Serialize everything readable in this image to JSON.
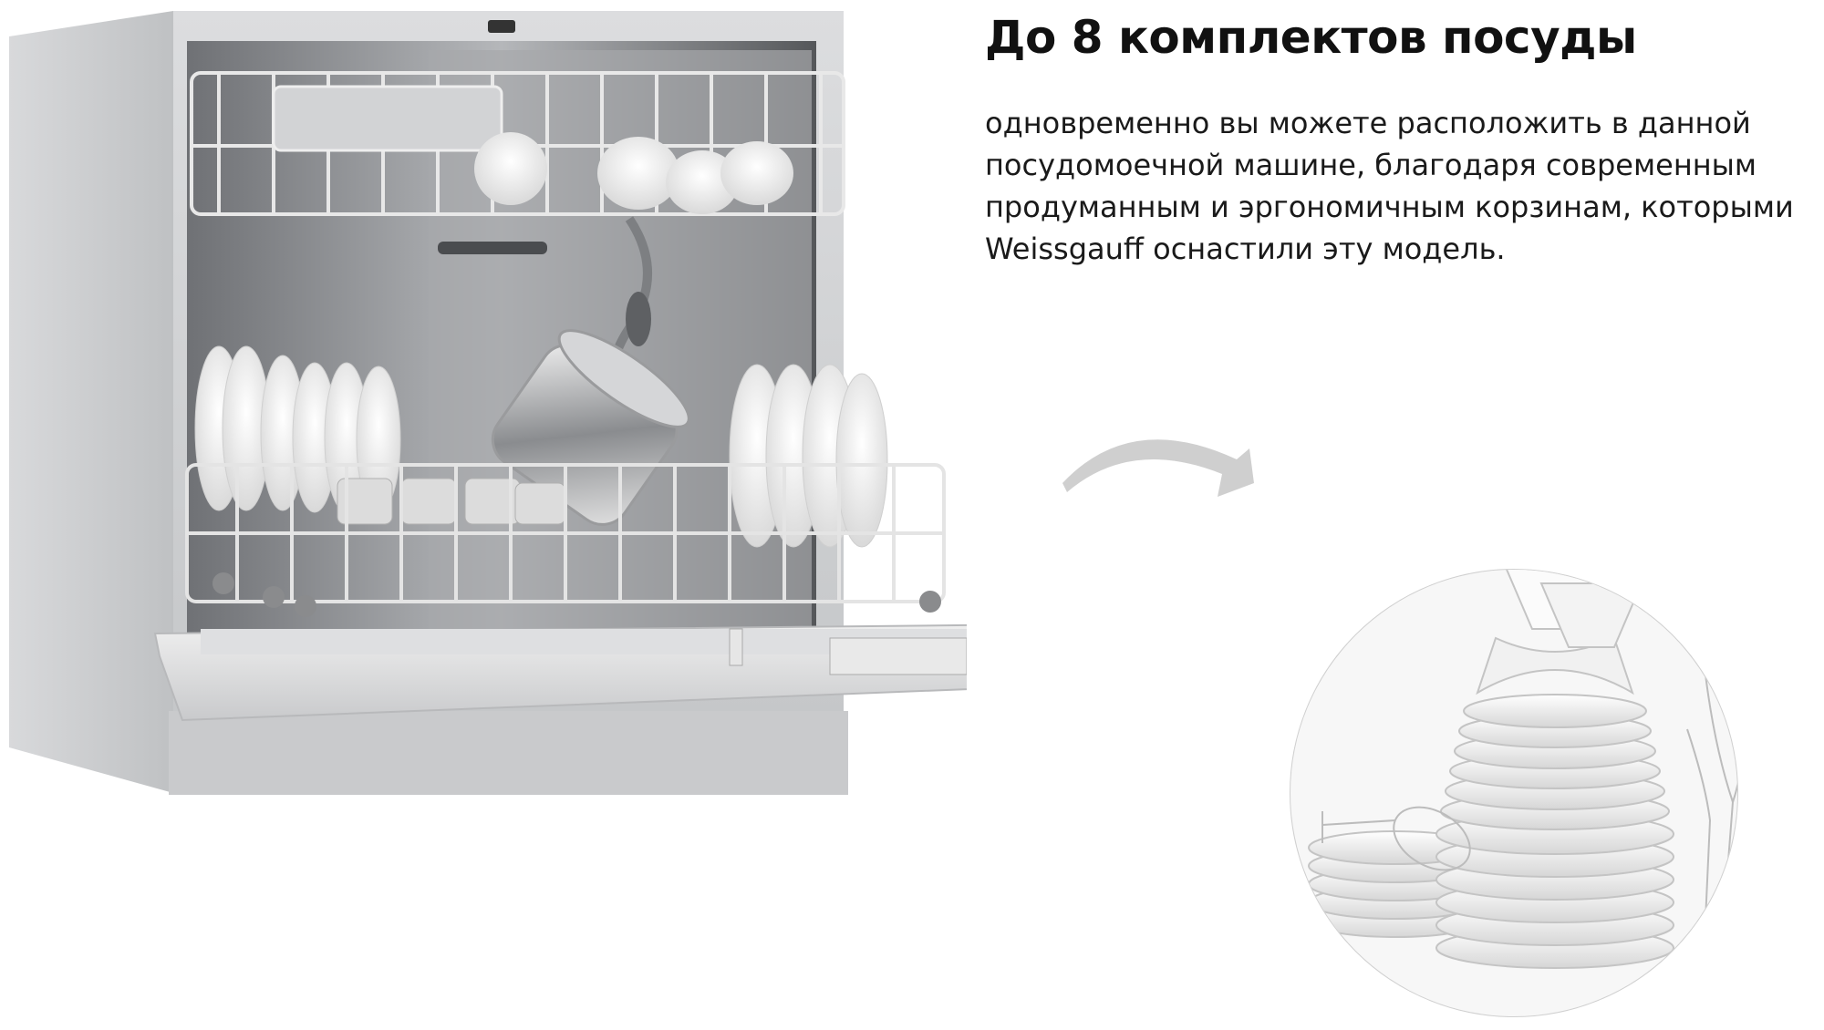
{
  "heading": {
    "title": "До 8 комплектов посуды"
  },
  "description": {
    "lines": [
      "одновременно вы можете расположить в данной",
      "посудомоечной машине, благодаря современным",
      "продуманным и эргономичным корзинам, которыми",
      "Weissgauff оснастили эту модель."
    ]
  },
  "colors": {
    "background": "#ffffff",
    "text": "#111111",
    "arrow": "#cfcfcf",
    "steel": "#c9cbcd"
  },
  "icons": {
    "arrow": "curved-arrow-icon"
  }
}
